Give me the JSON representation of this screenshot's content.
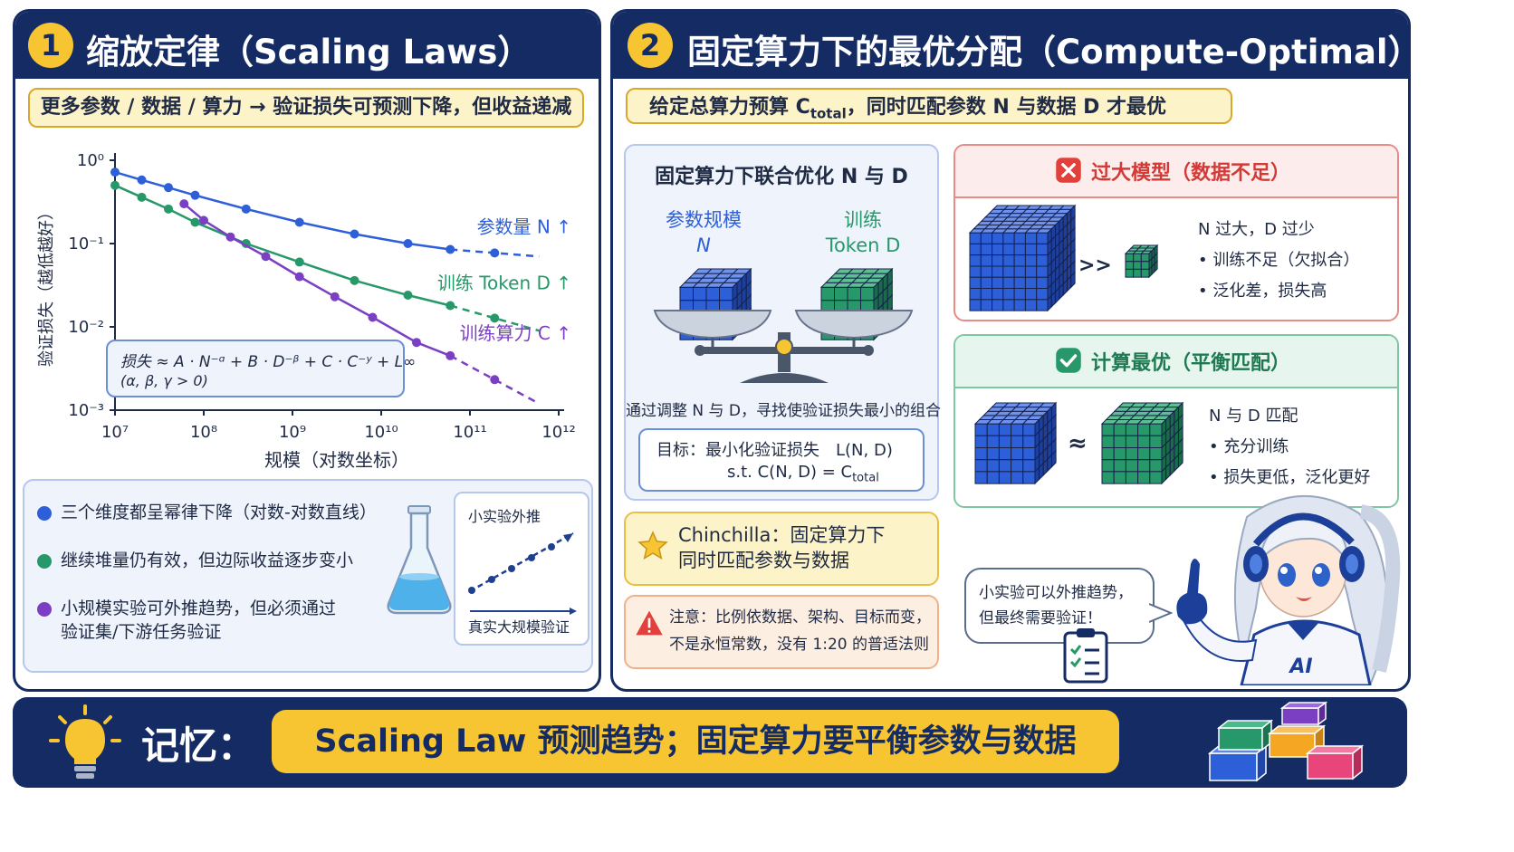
{
  "panel1": {
    "number": "1",
    "title": "缩放定律（Scaling Laws）",
    "subtitle": "更多参数 / 数据 / 算力 → 验证损失可预测下降，但收益递减",
    "formula_line1": "损失 ≈ A · N⁻ᵅ + B · D⁻ᵝ + C · C⁻ʸ + L∞",
    "formula_line2": "(α, β, γ > 0)",
    "bullets": [
      "三个维度都呈幂律下降（对数-对数直线）",
      "继续堆量仍有效，但边际收益逐步变小",
      "小规模实验可外推趋势，但必须通过",
      "验证集/下游任务验证"
    ],
    "extrap_top": "小实验外推",
    "extrap_bottom": "真实大规模验证"
  },
  "chart_data": {
    "type": "line",
    "xlabel": "规模（对数坐标）",
    "ylabel": "验证损失（越低越好）",
    "x_scale": "log",
    "y_scale": "log",
    "xlim": [
      10000000,
      1000000000000
    ],
    "ylim": [
      0.001,
      1
    ],
    "x_ticks": [
      "10⁷",
      "10⁸",
      "10⁹",
      "10¹⁰",
      "10¹¹",
      "10¹²"
    ],
    "y_ticks": [
      "10⁰",
      "10⁻¹",
      "10⁻²",
      "10⁻³"
    ],
    "series": [
      {
        "name": "参数量 N ↑",
        "color": "#2d5fd9",
        "x": [
          10000000.0,
          20000000.0,
          40000000.0,
          80000000.0,
          300000000.0,
          1200000000.0,
          5000000000.0,
          20000000000.0,
          60000000000.0
        ],
        "y": [
          0.72,
          0.58,
          0.47,
          0.38,
          0.26,
          0.18,
          0.13,
          0.1,
          0.085
        ],
        "extrapolate_to": [
          600000000000.0,
          0.07
        ]
      },
      {
        "name": "训练 Token D ↑",
        "color": "#27986a",
        "x": [
          10000000.0,
          20000000.0,
          40000000.0,
          80000000.0,
          300000000.0,
          1200000000.0,
          5000000000.0,
          20000000000.0,
          60000000000.0
        ],
        "y": [
          0.5,
          0.36,
          0.26,
          0.18,
          0.1,
          0.06,
          0.036,
          0.024,
          0.018
        ],
        "extrapolate_to": [
          600000000000.0,
          0.009
        ]
      },
      {
        "name": "训练算力 C ↑",
        "color": "#7b3fc4",
        "x": [
          60000000.0,
          100000000.0,
          200000000.0,
          500000000.0,
          1200000000.0,
          3000000000.0,
          8000000000.0,
          25000000000.0,
          60000000000.0
        ],
        "y": [
          0.3,
          0.19,
          0.12,
          0.07,
          0.04,
          0.023,
          0.013,
          0.0065,
          0.0045
        ],
        "extrapolate_to": [
          600000000000.0,
          0.0012
        ]
      }
    ]
  },
  "panel2": {
    "number": "2",
    "title": "固定算力下的最优分配（Compute-Optimal）",
    "subtitle_main": "给定总算力预算 C",
    "subtitle_sub": "total",
    "subtitle_rest": "，同时匹配参数 N 与数据 D 才最优",
    "joint_title": "固定算力下联合优化 N 与 D",
    "left_label_1": "参数规模",
    "left_label_2": "N",
    "right_label_1": "训练",
    "right_label_2": "Token D",
    "adjust_text": "通过调整 N 与 D，寻找使验证损失最小的组合",
    "goal_line1": "目标：最小化验证损失　L(N, D)",
    "goal_line2_main": "s.t.  C(N, D) = C",
    "goal_line2_sub": "total",
    "bad_title": "过大模型（数据不足）",
    "bad_op": ">>",
    "bad_lines": [
      "N 过大，D 过少",
      "• 训练不足（欠拟合）",
      "• 泛化差，损失高"
    ],
    "good_title": "计算最优（平衡匹配）",
    "good_op": "≈",
    "good_lines": [
      "N 与 D 匹配",
      "• 充分训练",
      "• 损失更低，泛化更好"
    ],
    "chinchilla_line1": "Chinchilla：固定算力下",
    "chinchilla_line2": "同时匹配参数与数据",
    "note_line1": "注意：比例依数据、架构、目标而变，",
    "note_line2": "不是永恒常数，没有 1:20 的普适法则",
    "speech_line1": "小实验可以外推趋势，",
    "speech_line2": "但最终需要验证！",
    "mascot_badge": "AI"
  },
  "footer": {
    "label": "记忆：",
    "summary": "Scaling Law 预测趋势；固定算力要平衡参数与数据"
  },
  "colors": {
    "navy": "#142b63",
    "gold": "#f7c531",
    "blue": "#2d5fd9",
    "green": "#27986a",
    "purple": "#7b3fc4",
    "red": "#e2403a"
  }
}
